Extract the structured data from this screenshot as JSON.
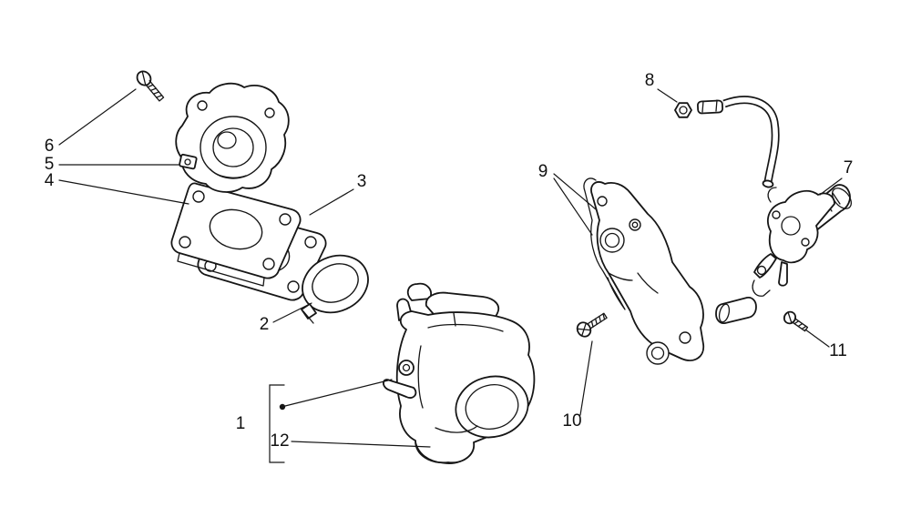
{
  "figure": {
    "background_color": "#ffffff",
    "line_color": "#161616"
  },
  "callouts": [
    {
      "label": "1"
    },
    {
      "label": "2"
    },
    {
      "label": "3"
    },
    {
      "label": "4"
    },
    {
      "label": "5"
    },
    {
      "label": "6"
    },
    {
      "label": "7"
    },
    {
      "label": "8"
    },
    {
      "label": "9"
    },
    {
      "label": "10"
    },
    {
      "label": "11"
    },
    {
      "label": "12"
    }
  ]
}
